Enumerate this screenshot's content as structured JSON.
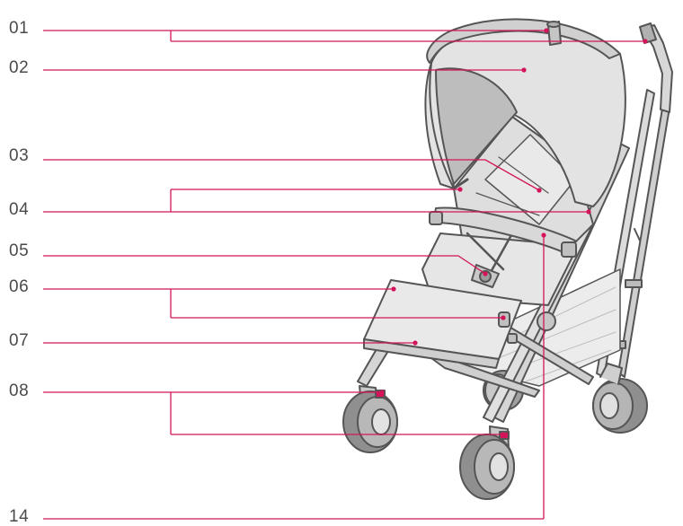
{
  "diagram": {
    "subject": "stroller",
    "accent_color": "#d4145a",
    "line_color": "#555555",
    "fill_light": "#e6e6e6",
    "fill_mid": "#cfcfcf",
    "wheel_dark": "#9b9b9b",
    "callouts": [
      {
        "id": "01",
        "label": "01"
      },
      {
        "id": "02",
        "label": "02"
      },
      {
        "id": "03",
        "label": "03"
      },
      {
        "id": "04",
        "label": "04"
      },
      {
        "id": "05",
        "label": "05"
      },
      {
        "id": "06",
        "label": "06"
      },
      {
        "id": "07",
        "label": "07"
      },
      {
        "id": "08",
        "label": "08"
      },
      {
        "id": "14",
        "label": "14"
      }
    ]
  }
}
